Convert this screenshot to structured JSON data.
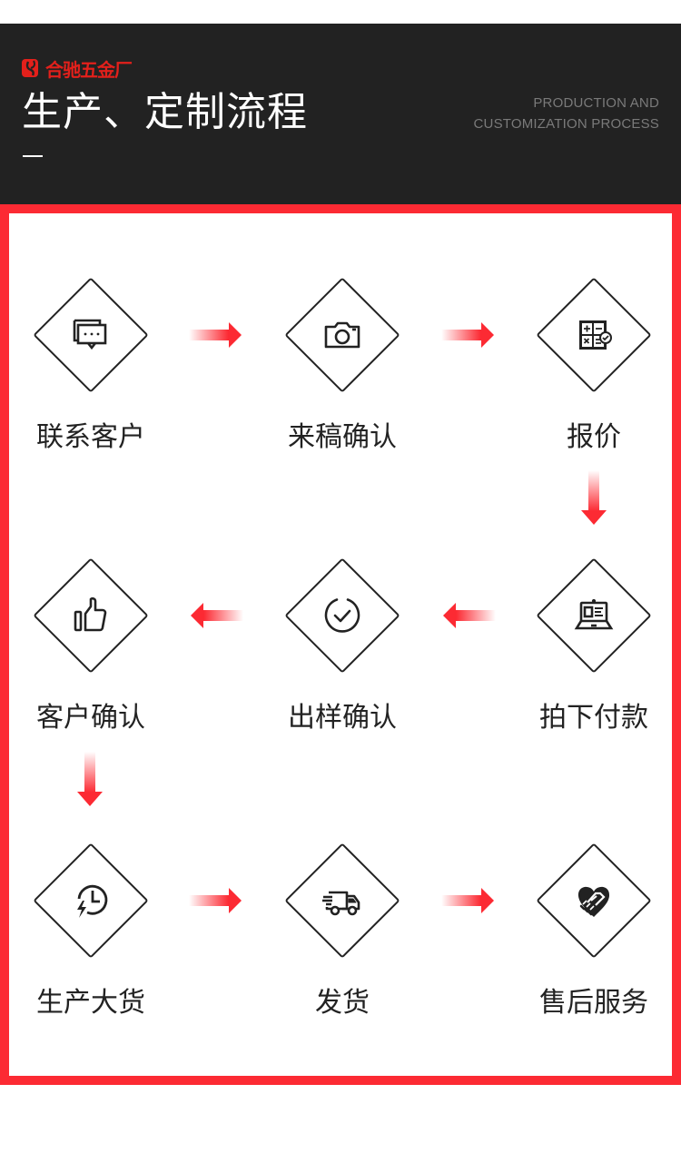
{
  "header": {
    "logo_text": "合驰五金厂",
    "title": "生产、定制流程",
    "subtitle_line1": "PRODUCTION AND",
    "subtitle_line2": "CUSTOMIZATION PROCESS"
  },
  "colors": {
    "header_bg": "#222222",
    "accent_red": "#fc2a33",
    "logo_red": "#e3201b",
    "icon_dark": "#222222"
  },
  "steps": [
    {
      "label": "联系客户",
      "icon": "chat-bubbles-icon"
    },
    {
      "label": "来稿确认",
      "icon": "camera-icon"
    },
    {
      "label": "报价",
      "icon": "calculator-check-icon"
    },
    {
      "label": "拍下付款",
      "icon": "laptop-icon"
    },
    {
      "label": "出样确认",
      "icon": "check-circle-icon"
    },
    {
      "label": "客户确认",
      "icon": "thumbs-up-icon"
    },
    {
      "label": "生产大货",
      "icon": "clock-lightning-icon"
    },
    {
      "label": "发货",
      "icon": "delivery-truck-icon"
    },
    {
      "label": "售后服务",
      "icon": "handshake-heart-icon"
    }
  ],
  "arrows": [
    {
      "from": "联系客户",
      "to": "来稿确认",
      "direction": "right"
    },
    {
      "from": "来稿确认",
      "to": "报价",
      "direction": "right"
    },
    {
      "from": "报价",
      "to": "拍下付款",
      "direction": "down"
    },
    {
      "from": "拍下付款",
      "to": "出样确认",
      "direction": "left"
    },
    {
      "from": "出样确认",
      "to": "客户确认",
      "direction": "left"
    },
    {
      "from": "客户确认",
      "to": "生产大货",
      "direction": "down"
    },
    {
      "from": "生产大货",
      "to": "发货",
      "direction": "right"
    },
    {
      "from": "发货",
      "to": "售后服务",
      "direction": "right"
    }
  ]
}
